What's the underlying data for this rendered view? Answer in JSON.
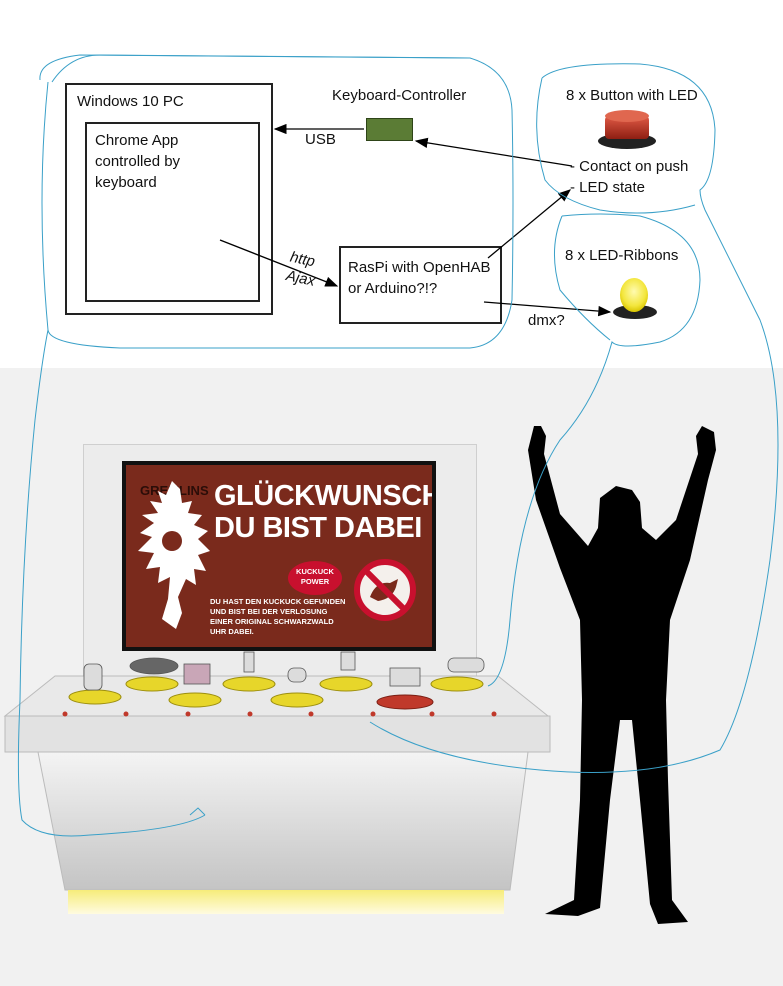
{
  "pc": {
    "title": "Windows 10 PC"
  },
  "chrome": {
    "label": "Chrome App controlled by keyboard"
  },
  "keyboard": {
    "title": "Keyboard-Controller",
    "usb_label": "USB"
  },
  "raspi": {
    "label": "RasPi with OpenHAB or Arduino?!?",
    "http_label": "http",
    "ajax_label": "Ajax"
  },
  "button_led": {
    "title": "8 x Button with LED",
    "line1": "- Contact on push",
    "line2": "- LED state"
  },
  "ribbons": {
    "title": "8 x LED-Ribbons",
    "dmx_label": "dmx?"
  },
  "screen": {
    "greeting": "GREMLINS",
    "headline1": "GLÜCKWUNSCH",
    "headline2": "DU BIST DABEI !!!",
    "badge_line1": "KUCKUCK",
    "badge_line2": "POWER",
    "body": "DU HAST DEN KUCKUCK GEFUNDEN UND BIST BEI DER VERLOSUNG EINER ORIGINAL SCHWARZWALD UHR DABEI."
  },
  "colors": {
    "screen_bg": "#7a2a1c",
    "pen": "#3aa0c8",
    "keyboard_green": "#5b7c35",
    "button_red": "#c0392b",
    "led_yellow": "#f3e63c",
    "silhouette": "#000000"
  }
}
